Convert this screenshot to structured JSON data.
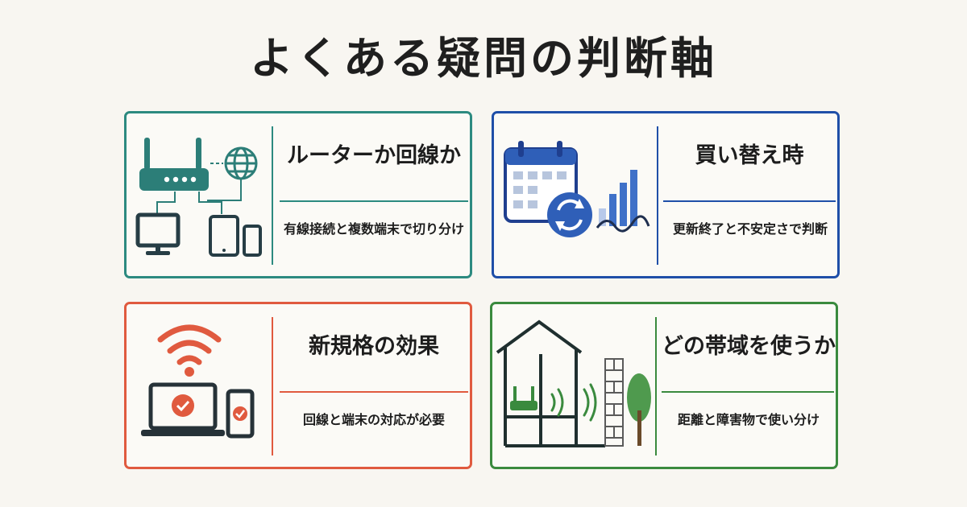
{
  "page": {
    "title": "よくある疑問の判断軸"
  },
  "cards": [
    {
      "title": "ルーターか回線か",
      "description": "有線接続と複数端末で切り分け",
      "accent": "#2c8a80",
      "icons": [
        "router-icon",
        "globe-icon",
        "monitor-icon",
        "tablet-icon",
        "smartphone-icon"
      ]
    },
    {
      "title": "買い替え時",
      "description": "更新終了と不安定さで判断",
      "accent": "#1f4fa8",
      "icons": [
        "calendar-icon",
        "refresh-icon",
        "bar-chart-icon"
      ]
    },
    {
      "title": "新規格の効果",
      "description": "回線と端末の対応が必要",
      "accent": "#e05a3f",
      "icons": [
        "wifi-icon",
        "laptop-icon",
        "smartphone-icon",
        "check-icon"
      ]
    },
    {
      "title": "どの帯域を使うか",
      "description": "距離と障害物で使い分け",
      "accent": "#3a8a3e",
      "icons": [
        "house-icon",
        "router-icon",
        "signal-waves-icon",
        "brick-wall-icon",
        "tree-icon"
      ]
    }
  ]
}
